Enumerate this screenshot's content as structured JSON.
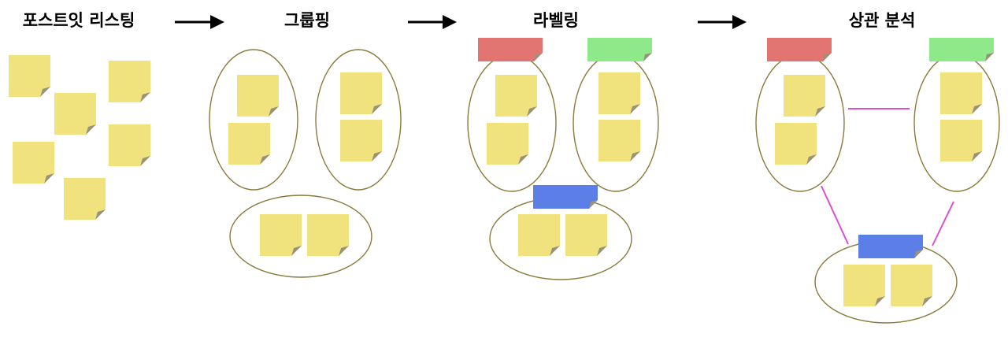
{
  "steps": [
    {
      "title": "포스트잇 리스팅"
    },
    {
      "title": "그룹핑"
    },
    {
      "title": "라벨링"
    },
    {
      "title": "상관 분석"
    }
  ],
  "colors": {
    "note_fill": "#f0e37e",
    "note_fold": "#9a9278",
    "group_outline": "#8a7a3c",
    "label_red": "#e27571",
    "label_green": "#8fe88a",
    "label_blue": "#5b7fe6",
    "relation_line": "#d84fd6",
    "arrow": "#000000",
    "title_text": "#000000"
  }
}
